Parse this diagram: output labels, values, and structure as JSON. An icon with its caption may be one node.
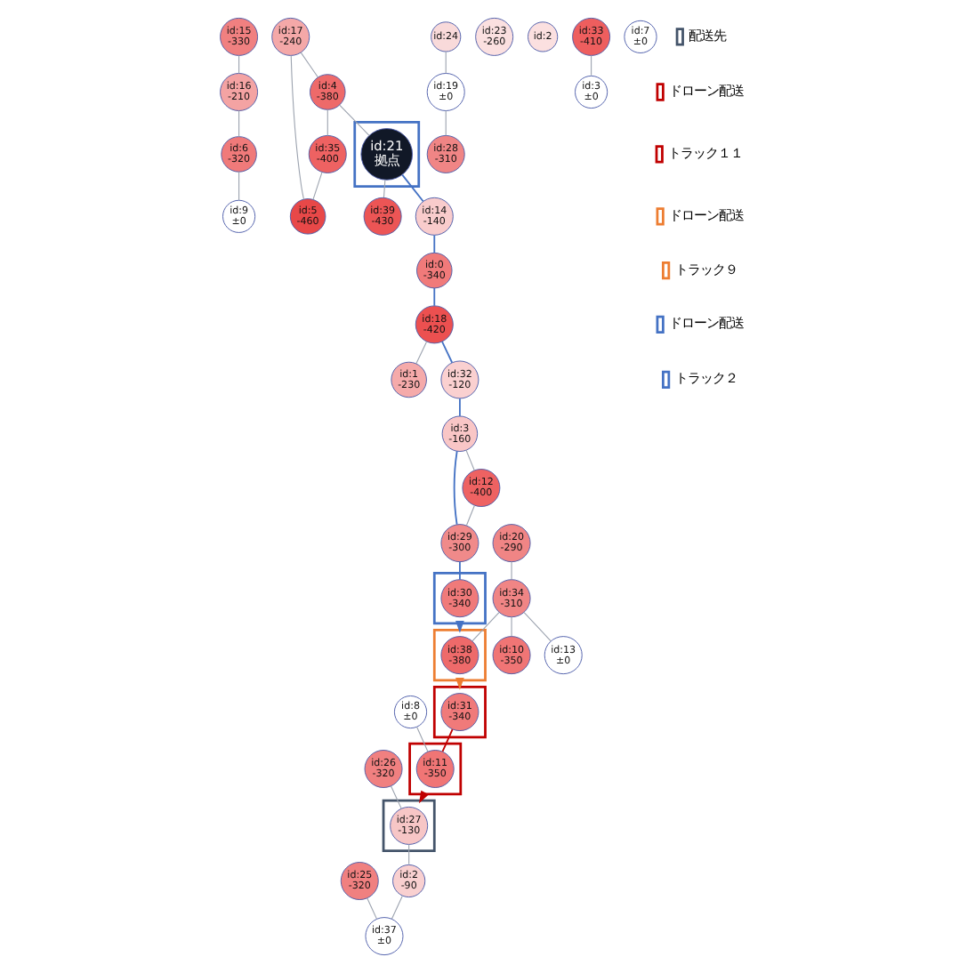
{
  "diagram": {
    "nodes": [
      {
        "text": [
          "id:15",
          "-330"
        ]
      },
      {
        "text": [
          "id:2",
          "-90"
        ]
      },
      {
        "text": [
          "id:8",
          "±0"
        ]
      },
      {
        "text": [
          "id:26",
          "-320"
        ]
      },
      {
        "text": [],
        "shape": "box"
      },
      {
        "text": [
          "id:27",
          "-130"
        ],
        "in": 4
      },
      {
        "text": [
          "id:19",
          "±0"
        ]
      },
      {
        "text": [
          "id:24"
        ]
      },
      {
        "text": [],
        "shape": "box"
      },
      {
        "text": [
          "id:11",
          "-350"
        ],
        "in": 8
      },
      {
        "text": [],
        "shape": "box"
      },
      {
        "text": [
          "id:31",
          "-340"
        ],
        "in": 10
      },
      {
        "text": [
          "id:23",
          "-260"
        ]
      },
      {
        "text": [
          "id:6",
          "-320"
        ]
      },
      {
        "text": [
          "id:28",
          "-310"
        ]
      },
      {
        "text": [
          "id:25",
          "-320"
        ]
      },
      {
        "text": [
          "id:2"
        ]
      },
      {
        "text": [
          "id:16",
          "-210"
        ]
      },
      {
        "text": [
          "id:37",
          "±0"
        ]
      },
      {
        "text": [
          "id:9",
          "±0"
        ]
      },
      {
        "text": [
          "id:33",
          "-410"
        ]
      },
      {
        "text": [],
        "shape": "box"
      },
      {
        "text": [
          "id:38",
          "-380"
        ],
        "in": 21
      },
      {
        "text": [
          "id:7",
          "±0"
        ]
      },
      {
        "text": [
          "id:20",
          "-290"
        ]
      },
      {
        "text": [
          "id:3",
          "±0"
        ]
      },
      {
        "text": [],
        "shape": "box"
      },
      {
        "text": [
          "id:30",
          "-340"
        ],
        "in": 26
      },
      {
        "text": [
          "id:17",
          "-240"
        ]
      },
      {
        "text": [
          "id:29",
          "-300"
        ]
      },
      {
        "text": [
          "id:5",
          "-460"
        ]
      },
      {
        "text": [
          "id:4",
          "-380"
        ]
      },
      {
        "text": [
          "id:35",
          "-400"
        ]
      },
      {
        "text": [
          "id:34",
          "-310"
        ]
      },
      {
        "text": [
          "id:12",
          "-400"
        ]
      },
      {
        "text": [
          "id:10",
          "-350"
        ]
      },
      {
        "text": [
          "id:39",
          "-430"
        ]
      },
      {
        "text": [
          "id:13",
          "±0"
        ]
      },
      {
        "text": [],
        "shape": "box"
      },
      {
        "text": [
          "id:21",
          "拠点"
        ],
        "in": 38
      },
      {
        "text": [
          "id:0",
          "-340"
        ]
      },
      {
        "text": [
          "id:1",
          "-230"
        ]
      },
      {
        "text": [
          "id:14",
          "-140"
        ]
      },
      {
        "text": [
          "id:3",
          "-160"
        ]
      },
      {
        "text": [
          "id:18",
          "-420"
        ]
      },
      {
        "text": [
          "id:32",
          "-120"
        ]
      }
    ],
    "edges": [
      {
        "from": 0,
        "to": 17,
        "arrow": "none"
      },
      {
        "from": 17,
        "to": 13,
        "arrow": "none"
      },
      {
        "from": 7,
        "to": 6,
        "arrow": "none"
      },
      {
        "from": 6,
        "to": 14,
        "arrow": "none"
      },
      {
        "from": 13,
        "to": 19,
        "arrow": "none"
      },
      {
        "from": 2,
        "to": 9,
        "arrow": "none"
      },
      {
        "from": 3,
        "to": 5,
        "arrow": "none"
      },
      {
        "from": 5,
        "to": 1,
        "arrow": "none"
      },
      {
        "from": 1,
        "to": 18,
        "arrow": "none"
      },
      {
        "from": 15,
        "to": 18,
        "arrow": "none"
      },
      {
        "from": 20,
        "to": 25,
        "arrow": "none"
      },
      {
        "from": 24,
        "to": 33,
        "arrow": "none"
      },
      {
        "from": 33,
        "to": 22,
        "arrow": "none"
      },
      {
        "from": 33,
        "to": 35,
        "arrow": "none"
      },
      {
        "from": 33,
        "to": 37,
        "arrow": "none"
      },
      {
        "from": 28,
        "to": 31,
        "arrow": "none"
      },
      {
        "from": 28,
        "to": 30,
        "arrow": "none"
      },
      {
        "from": 31,
        "to": 32,
        "arrow": "none"
      },
      {
        "from": 32,
        "to": 30,
        "arrow": "none"
      },
      {
        "from": 31,
        "to": 39,
        "arrow": "none"
      },
      {
        "from": 39,
        "to": 36,
        "arrow": "none"
      },
      {
        "from": 44,
        "to": 41,
        "arrow": "none"
      },
      {
        "from": 43,
        "to": 34,
        "arrow": "none"
      },
      {
        "from": 34,
        "to": 29,
        "arrow": "none"
      },
      {
        "from": 39,
        "to": 42,
        "arrow": "none",
        "color": "#4472c4"
      },
      {
        "from": 42,
        "to": 40,
        "arrow": "none",
        "color": "#4472c4"
      },
      {
        "from": 40,
        "to": 44,
        "arrow": "none",
        "color": "#4472c4"
      },
      {
        "from": 44,
        "to": 45,
        "arrow": "none",
        "color": "#4472c4"
      },
      {
        "from": 45,
        "to": 43,
        "arrow": "none",
        "color": "#4472c4"
      },
      {
        "from": 43,
        "to": 29,
        "arrow": "none",
        "color": "#4472c4"
      },
      {
        "from": 29,
        "to": 27,
        "arrow": "none",
        "color": "#4472c4"
      },
      {
        "from": 11,
        "to": 9,
        "arrow": "none",
        "color": "#c00000"
      },
      {
        "from": 26,
        "to": 21,
        "arrow": "to",
        "style": "dashed",
        "color": "#4472c4"
      },
      {
        "from": 21,
        "to": 10,
        "arrow": "to",
        "style": "dashed",
        "color": "#ed7d31"
      },
      {
        "from": 8,
        "to": 4,
        "arrow": "to",
        "style": "dashed",
        "color": "#c00000"
      }
    ],
    "legend": [
      {
        "text": "配送先"
      },
      {
        "text": "ドローン配送"
      },
      {
        "text": "トラック１１"
      },
      {
        "text": "ドローン配送"
      },
      {
        "text": "トラック９"
      },
      {
        "text": "ドローン配送"
      },
      {
        "text": "トラック２"
      }
    ]
  }
}
